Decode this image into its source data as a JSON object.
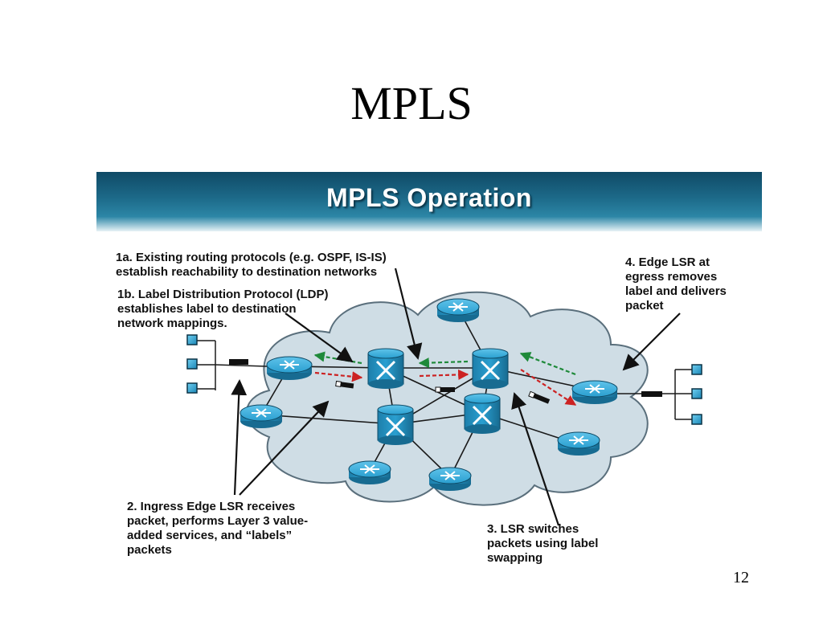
{
  "slide": {
    "title": "MPLS",
    "page_number": "12"
  },
  "figure": {
    "banner_title": "MPLS Operation",
    "callouts": {
      "c1a": [
        "1a.  Existing routing protocols (e.g. OSPF, IS-IS)",
        "establish reachability to destination networks"
      ],
      "c1b": [
        "1b. Label Distribution Protocol (LDP)",
        "establishes label to destination",
        "network mappings."
      ],
      "c2": [
        "2. Ingress Edge LSR receives",
        "packet, performs Layer 3 value-",
        "added services, and “labels”",
        "packets"
      ],
      "c3": [
        "3. LSR switches",
        "packets using label",
        "swapping"
      ],
      "c4": [
        "4. Edge LSR at",
        "egress removes",
        "label and delivers",
        "packet"
      ]
    },
    "colors": {
      "banner_dark": "#0f4a66",
      "cloud_fill": "#cfdde5",
      "router_blue": "#2a9fd0",
      "ldp_arrow_green": "#1f8a3a",
      "label_arrow_red": "#cc2222"
    },
    "icons": [
      "router-icon",
      "lsr-switch-icon",
      "host-icon",
      "packet-icon"
    ]
  }
}
